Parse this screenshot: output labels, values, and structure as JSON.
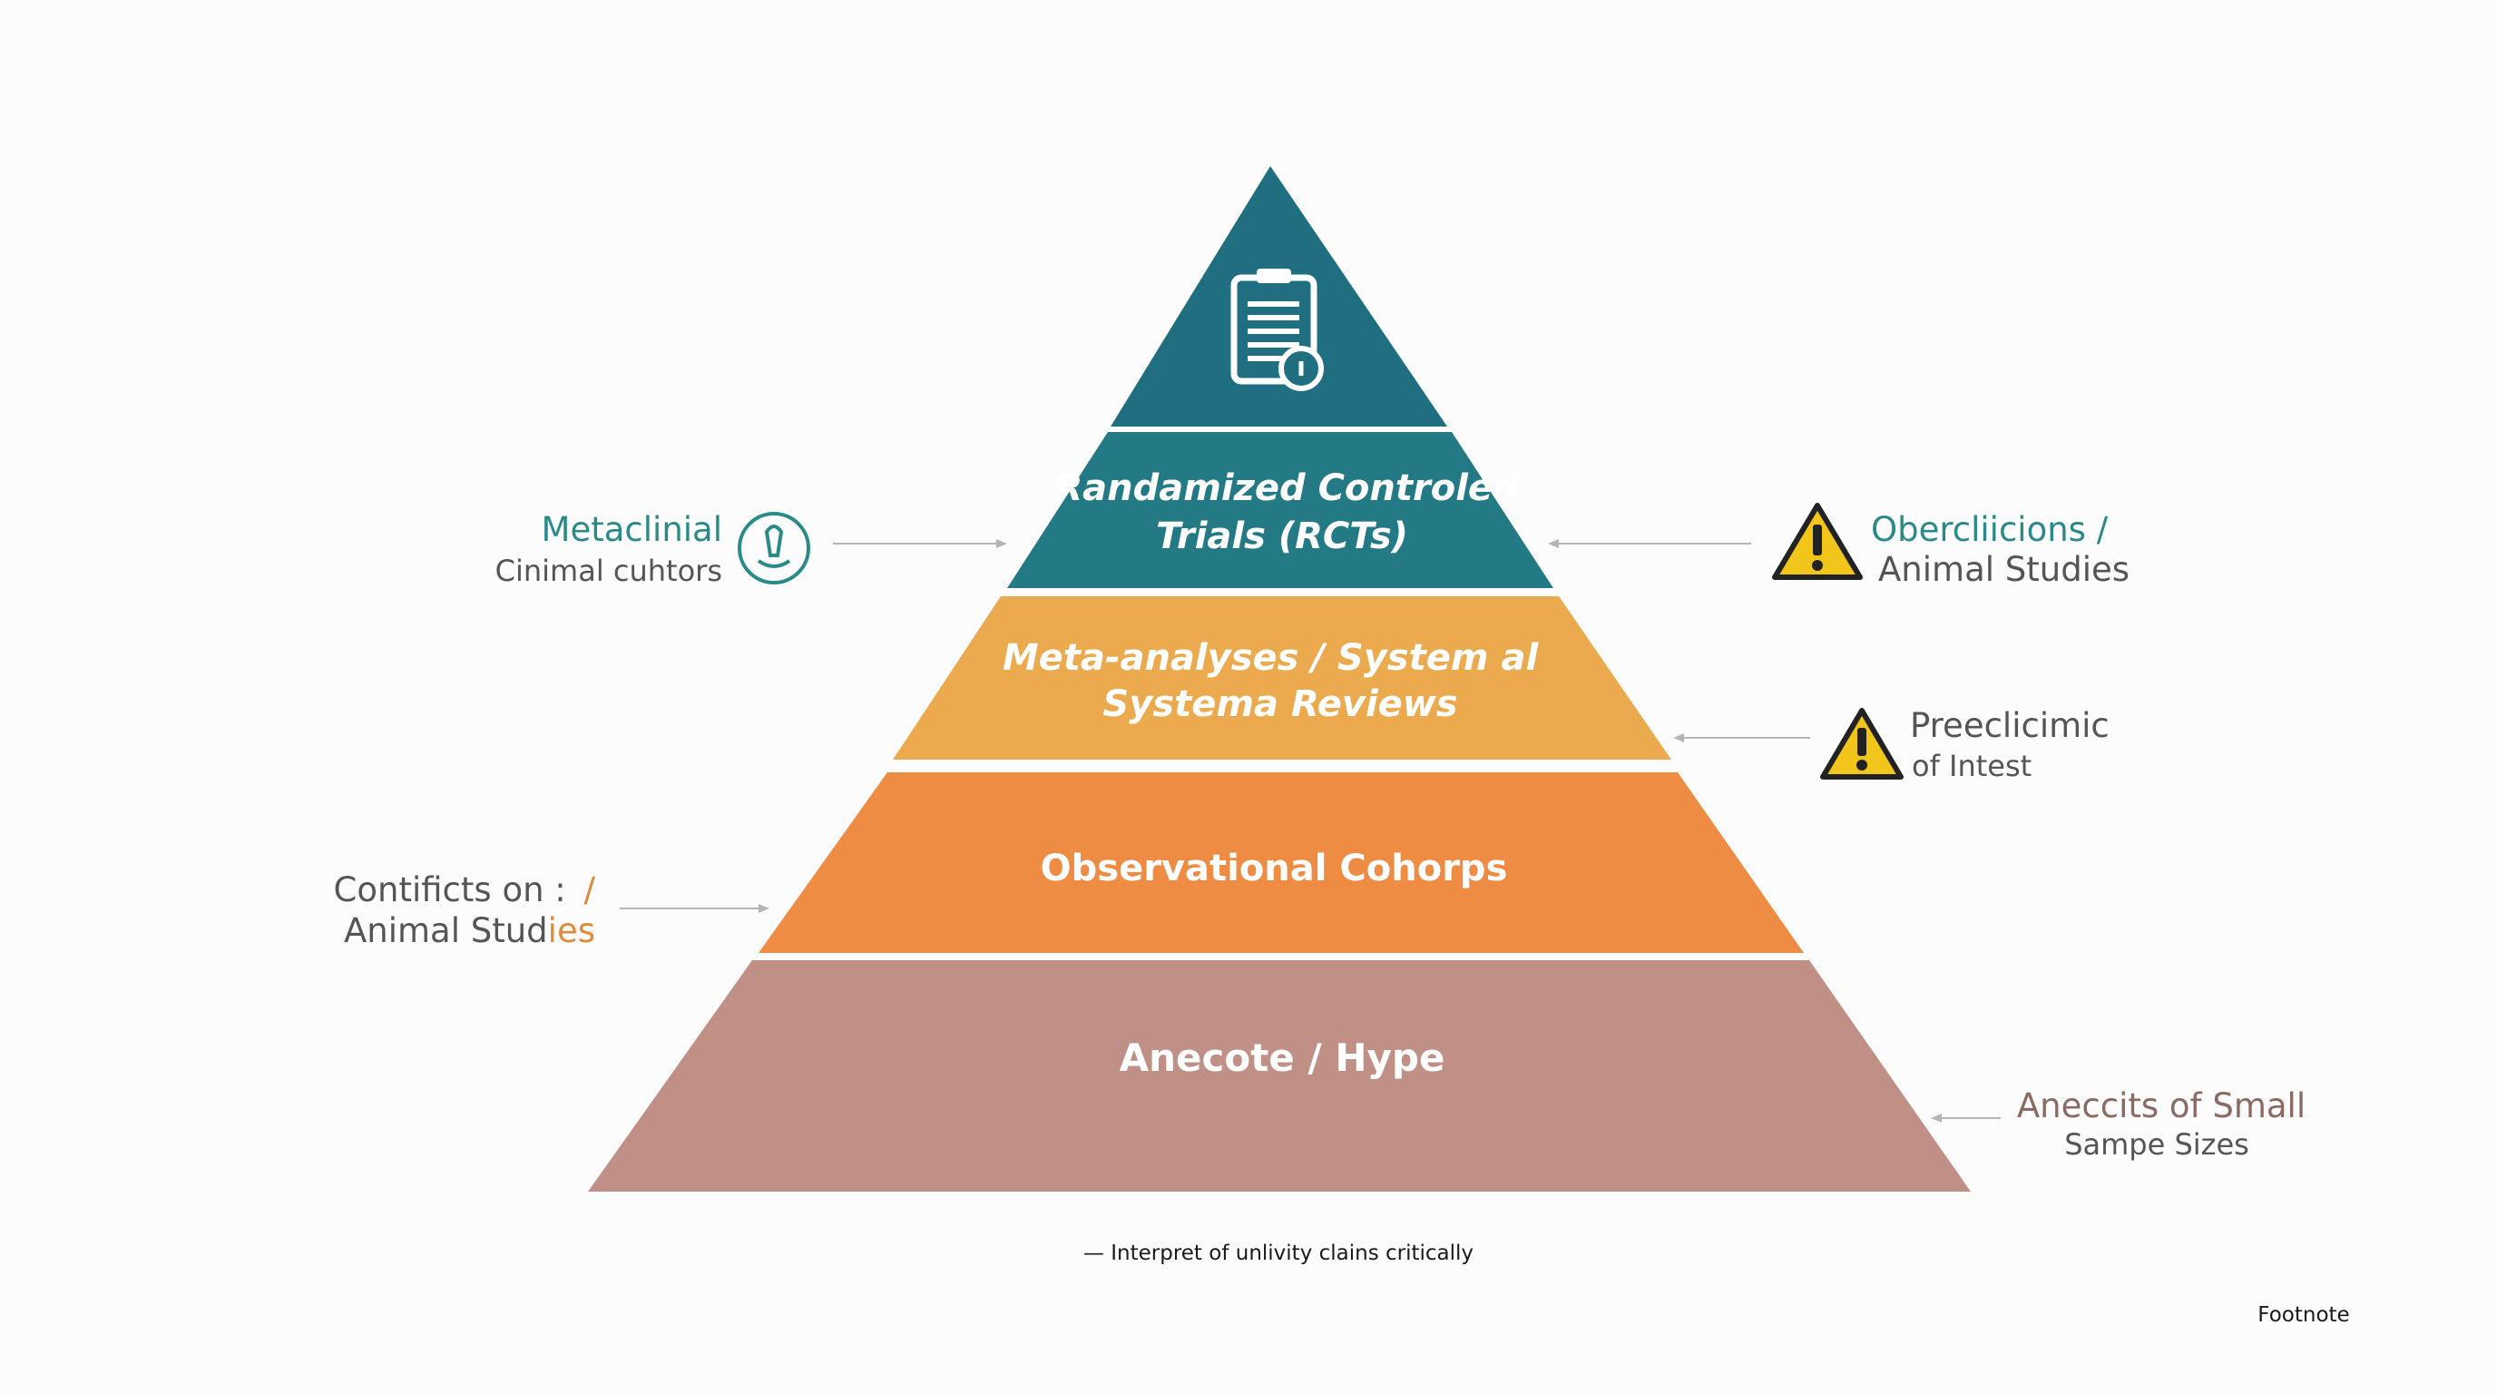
{
  "pyramid": {
    "tiers": [
      {
        "lines": [
          "Randamized Controled",
          "Trials (RCTs)"
        ],
        "color": "#247a84"
      },
      {
        "lines": [
          "Meta-analyses / System al",
          "Systema Reviews"
        ],
        "color": "#ebaa4e"
      },
      {
        "lines": [
          "Observational Cohorps"
        ],
        "color": "#ee8c43"
      },
      {
        "lines": [
          "Anecote / Hype"
        ],
        "color": "#c09087"
      }
    ],
    "apex_color": "#1f6f80",
    "apex_icon": "clipboard-icon"
  },
  "callouts": {
    "left_top": {
      "title": "Metaclinial",
      "subtitle": "Cinimal cuhtors",
      "icon": "info-circle-icon",
      "title_color": "#2a8a88"
    },
    "left_mid": {
      "title_main": "Contificts on :",
      "title_slash": "/",
      "subtitle_main": "Animal Stud",
      "subtitle_accent": "ies",
      "accent_color": "#e08a3c"
    },
    "right_top": {
      "title": "Obercliicions /",
      "subtitle": "Animal Studies",
      "icon": "warning-icon",
      "title_color": "#2a8a88"
    },
    "right_mid": {
      "title": "Preeclicimic",
      "subtitle": "of Intest",
      "icon": "warning-icon"
    },
    "right_bottom": {
      "title": "Aneccits of Small",
      "subtitle": "Sampe Sizes",
      "title_color": "#8a6a62"
    }
  },
  "footer": {
    "caption": "— Interpret of  unlivity clains critically",
    "footnote": "Footnote"
  }
}
